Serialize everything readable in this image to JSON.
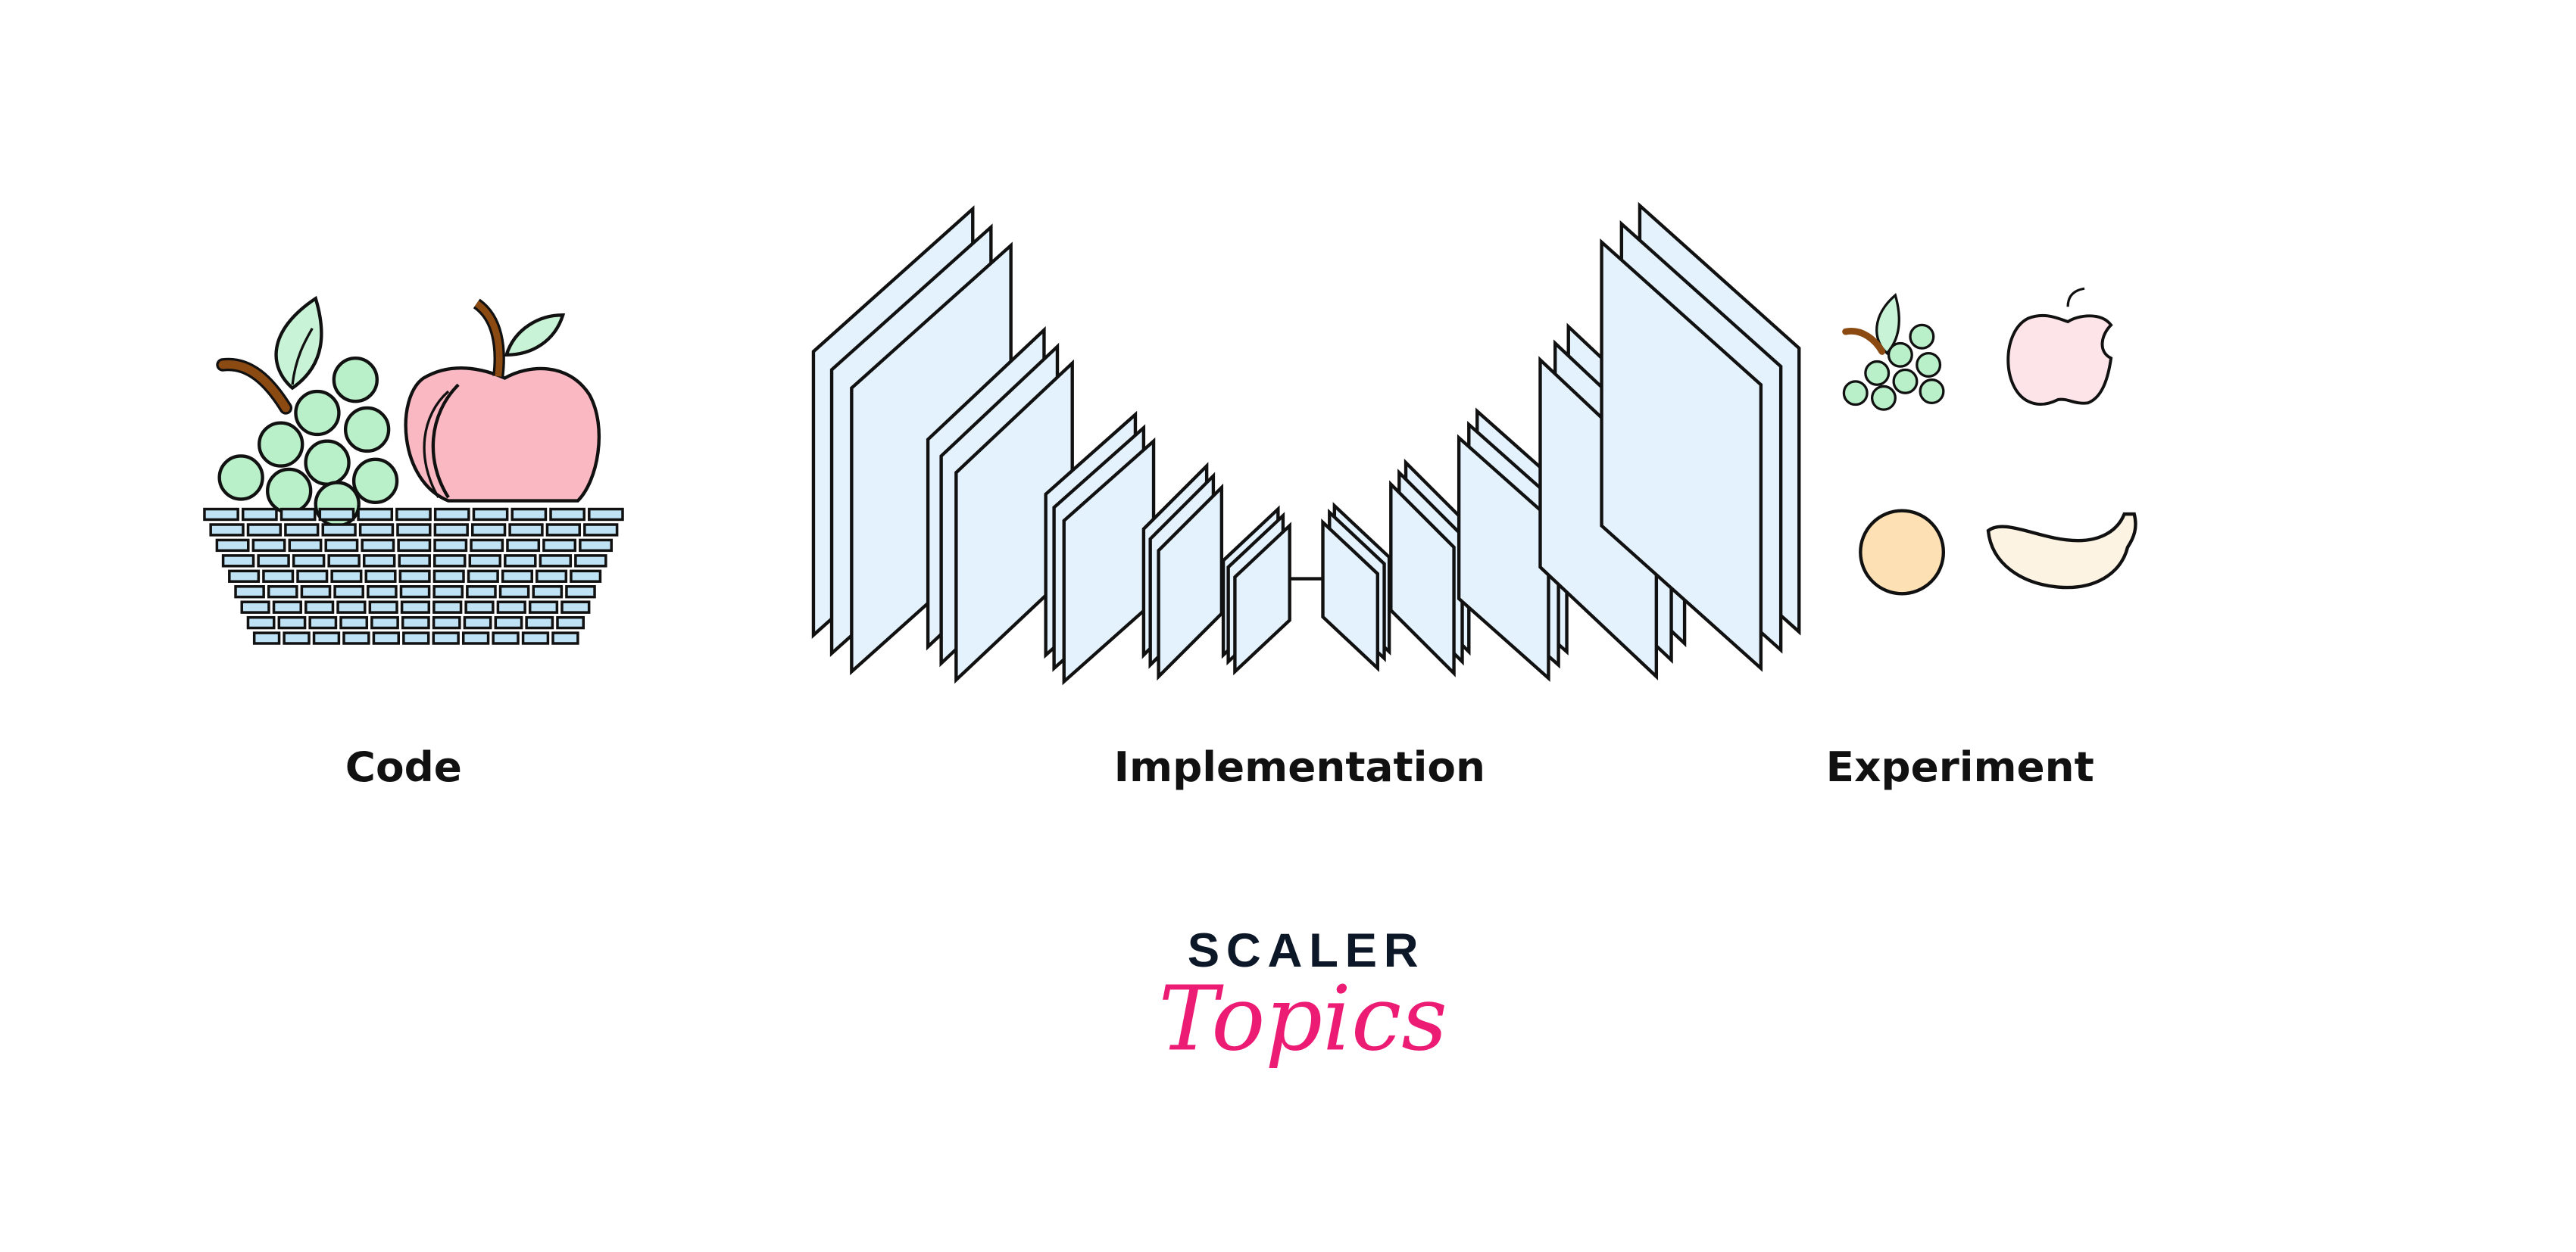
{
  "labels": {
    "code": "Code",
    "implementation": "Implementation",
    "experiment": "Experiment"
  },
  "logo": {
    "line1": "SCALER",
    "line2": "Topics",
    "colors": {
      "line1": "#0c1728",
      "line2": "#ec1b74"
    }
  },
  "colors": {
    "panel_fill": "#e4f2fd",
    "grape": "#b9f0c9",
    "apple": "#f9b8c2",
    "stem": "#8b4a12",
    "basket": "#bfe3f5",
    "orange": "#fde0b4",
    "banana": "#fdf3e3",
    "apple_small": "#fde4e8"
  }
}
